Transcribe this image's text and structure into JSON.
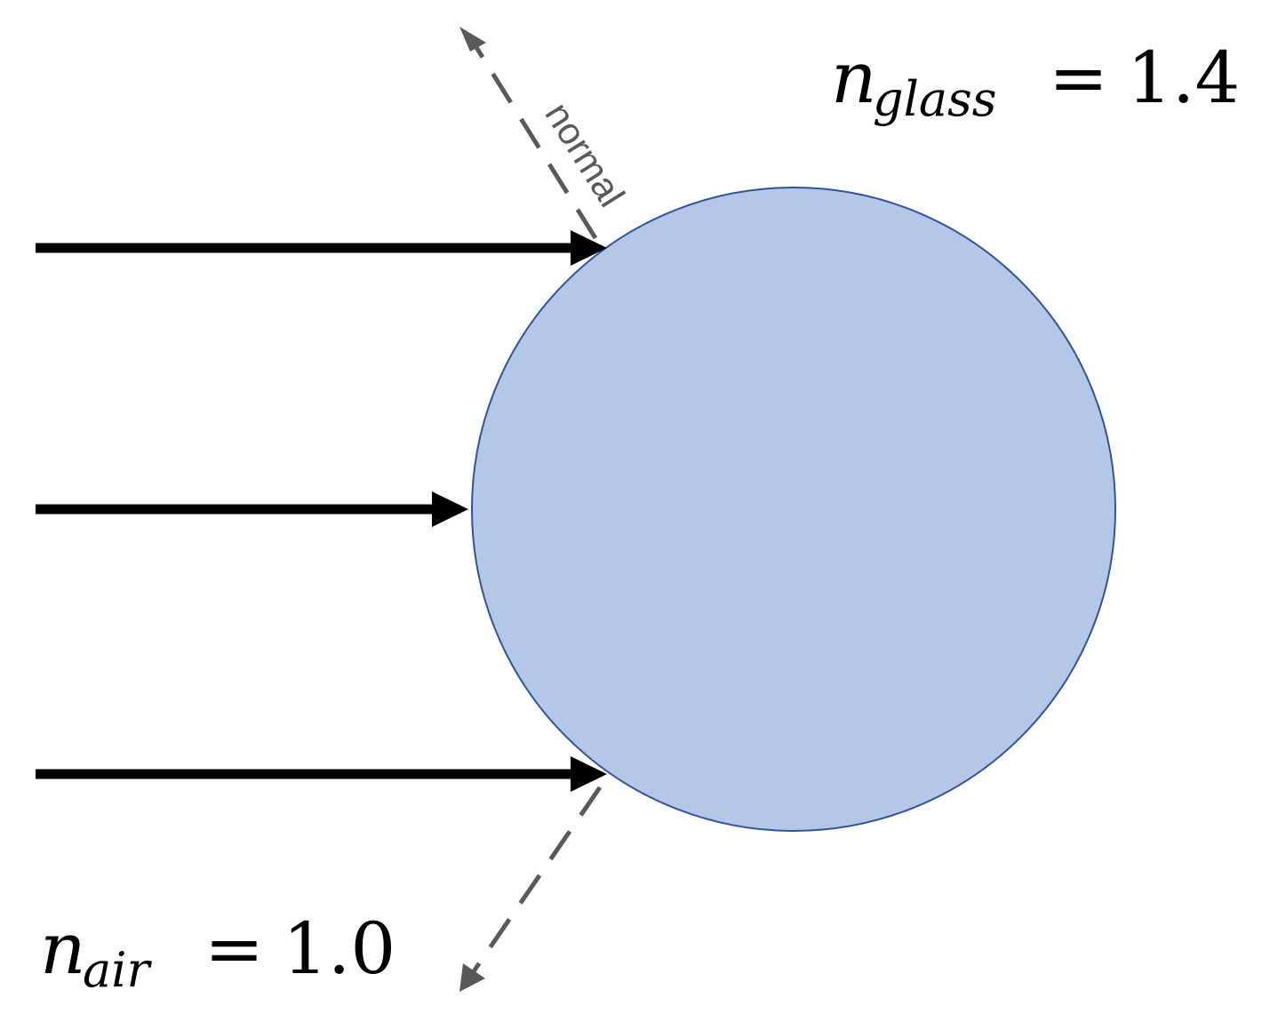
{
  "labels": {
    "n_glass": {
      "symbol": "n",
      "subscript": "glass",
      "equals": "=",
      "value": "1.4"
    },
    "n_air": {
      "symbol": "n",
      "subscript": "air",
      "equals": "=",
      "value": "1.0"
    },
    "normal": "normal"
  },
  "colors": {
    "glass_fill": "#b4c7e7",
    "glass_stroke": "#2f5597",
    "ray": "#000000",
    "normal_line": "#595959"
  }
}
